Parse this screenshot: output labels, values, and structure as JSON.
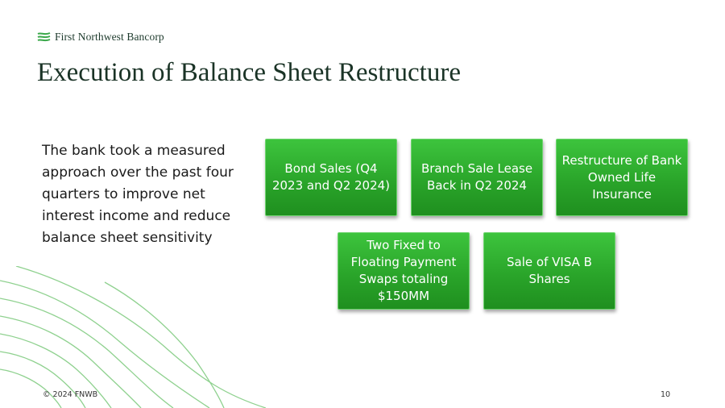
{
  "brand": {
    "name": "First Northwest Bancorp",
    "accent": "#5cb85c"
  },
  "slide": {
    "title": "Execution of Balance Sheet Restructure",
    "body": "The bank took a measured approach over the past four quarters to improve net interest income and reduce balance sheet sensitivity",
    "boxes": [
      "Bond Sales (Q4 2023 and Q2 2024)",
      "Branch Sale Lease Back in Q2 2024",
      "Restructure of Bank Owned Life Insurance",
      "Two Fixed to Floating Payment Swaps totaling $150MM",
      "Sale of VISA B Shares"
    ],
    "box_color": "#2eab2e"
  },
  "footer": {
    "copyright": "© 2024 FNWB",
    "page_number": "10"
  }
}
